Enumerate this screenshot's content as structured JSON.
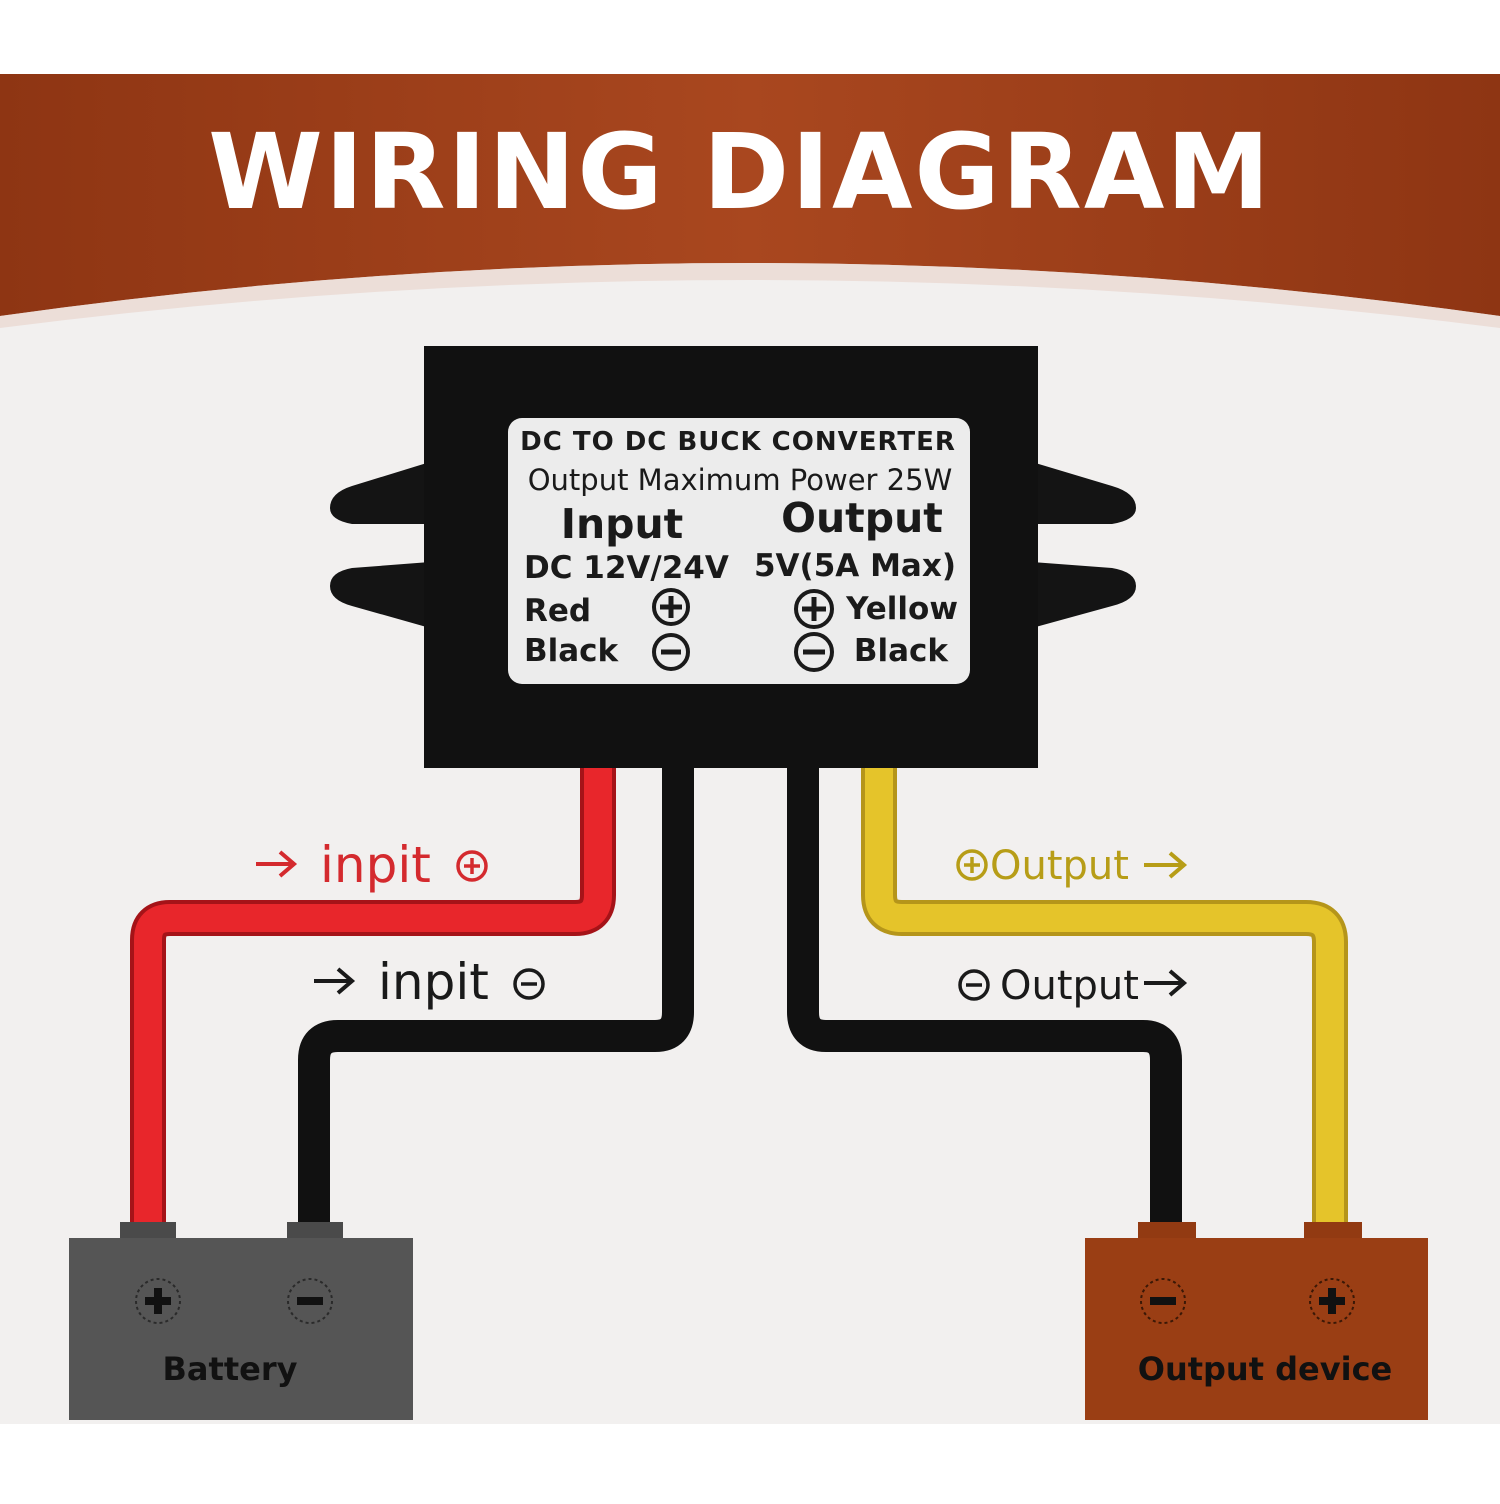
{
  "banner": {
    "title": "WIRING DIAGRAM"
  },
  "converter": {
    "label_heading": "DC TO DC BUCK CONVERTER",
    "label_power": "Output Maximum Power 25W",
    "input_title": "Input",
    "output_title": "Output",
    "input_spec": "DC 12V/24V",
    "output_spec": "5V(5A Max)",
    "input_pos": "Red",
    "input_neg": "Black",
    "output_pos": "Yellow",
    "output_neg": "Black"
  },
  "wire_labels": {
    "input_pos": "inpit",
    "input_neg": "inpit",
    "output_pos": "Output",
    "output_neg": "Output"
  },
  "battery": {
    "label": "Battery"
  },
  "output_device": {
    "label": "Output device"
  },
  "colors": {
    "banner": "#9a3a17",
    "background": "#f2f0ef",
    "converter_body": "#111111",
    "label_panel": "#ececec",
    "wire_red": "#e8262b",
    "wire_black": "#111111",
    "wire_yellow": "#e5c42a",
    "battery_box": "#555555",
    "device_box": "#9a3e14",
    "text_red": "#d42a2e",
    "text_yellow": "#b79d17"
  }
}
